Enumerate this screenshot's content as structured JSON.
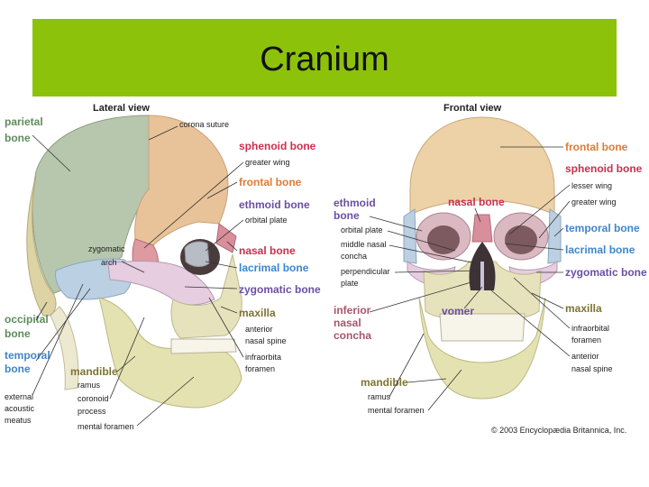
{
  "slide": {
    "title": "Cranium"
  },
  "lateral": {
    "view_title": "Lateral view",
    "labels": {
      "parietal_1": "parietal",
      "parietal_2": "bone",
      "coronal_suture": "corona suture",
      "sphenoid": "sphenoid bone",
      "greater_wing": "greater wing",
      "frontal": "frontal bone",
      "ethmoid": "ethmoid bone",
      "orbital_plate": "orbital plate",
      "zygomatic_arch_1": "zygomatic",
      "zygomatic_arch_2": "arch",
      "nasal": "nasal bone",
      "lacrimal": "lacrimal bone",
      "zygomatic": "zygomatic bone",
      "occipital_1": "occipital",
      "occipital_2": "bone",
      "maxilla": "maxilla",
      "anterior_nasal_spine_1": "anterior",
      "anterior_nasal_spine_2": "nasal spine",
      "temporal_1": "temporal",
      "temporal_2": "bone",
      "mandible": "mandible",
      "infraorbital_1": "infraorbita",
      "infraorbital_2": "foramen",
      "ramus": "ramus",
      "coronoid_1": "coronoid",
      "coronoid_2": "process",
      "mental_foramen": "mental foramen",
      "external_1": "external",
      "external_2": "acoustic",
      "external_3": "meatus"
    }
  },
  "frontal": {
    "view_title": "Frontal view",
    "labels": {
      "frontal": "frontal bone",
      "sphenoid": "sphenoid bone",
      "lesser_wing": "lesser wing",
      "greater_wing": "greater wing",
      "ethmoid_1": "ethmoid",
      "ethmoid_2": "bone",
      "nasal": "nasal bone",
      "orbital_plate": "orbital plate",
      "middle_nasal_1": "middle nasal",
      "middle_nasal_2": "concha",
      "perpendicular_1": "perpendicular",
      "perpendicular_2": "plate",
      "temporal": "temporal bone",
      "lacrimal": "lacrimal bone",
      "zygomatic": "zygomatic bone",
      "inferior_1": "inferior",
      "inferior_2": "nasal",
      "inferior_3": "concha",
      "vomer": "vomer",
      "maxilla": "maxilla",
      "infraorbital_1": "infraorbital",
      "infraorbital_2": "foramen",
      "anterior_1": "anterior",
      "anterior_2": "nasal spine",
      "mandible": "mandible",
      "ramus": "ramus",
      "mental_foramen": "mental foramen"
    }
  },
  "copyright": "© 2003 Encyclopædia Britannica, Inc."
}
